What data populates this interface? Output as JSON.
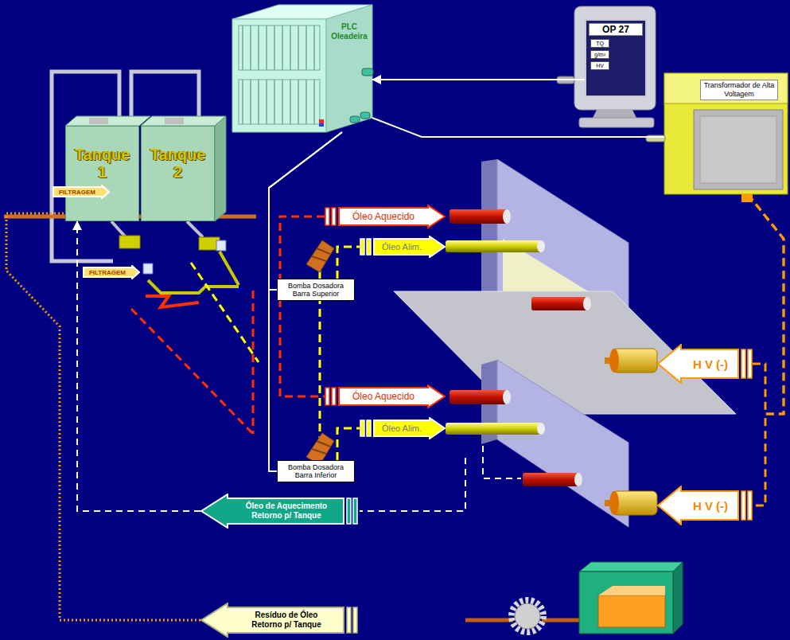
{
  "diagram": {
    "nodes": [
      {
        "text": [
          "PLC Oleadeira"
        ]
      },
      {
        "text": [
          "OP 27"
        ]
      },
      {
        "text": [
          "TQ"
        ],
        "in": 1
      },
      {
        "text": [
          "g/m²"
        ],
        "in": 1
      },
      {
        "text": [
          "HV"
        ],
        "in": 1
      },
      {
        "text": [
          "Transformador de Alta Voltagem"
        ]
      },
      {
        "text": [
          "Tanque 1"
        ]
      },
      {
        "text": [
          "Tanque 2"
        ]
      },
      {
        "text": [
          "FILTRAGEM"
        ]
      },
      {
        "text": [
          "FILTRAGEM"
        ]
      },
      {
        "text": [
          "Óleo Aquecido"
        ]
      },
      {
        "text": [
          "Óleo Alim."
        ]
      },
      {
        "text": [
          "Bomba Dosadora Barra Superior"
        ]
      },
      {
        "text": [
          "Óleo Aquecido"
        ]
      },
      {
        "text": [
          "Óleo Alim."
        ]
      },
      {
        "text": [
          "Bomba Dosadora Barra Inferior"
        ]
      },
      {
        "text": [
          "H V (-)"
        ]
      },
      {
        "text": [
          "H V (-)"
        ]
      },
      {
        "text": [
          "Óleo de Aquecimento Retorno p/ Tanque"
        ]
      },
      {
        "text": [
          "Resíduo de Óleo Retorno p/ Tanque"
        ]
      }
    ],
    "edges": [
      {
        "from": 1,
        "to": 0,
        "arrow": "to"
      },
      {
        "from": 0,
        "to": 5,
        "arrow": "none"
      },
      {
        "from": 0,
        "to": 12,
        "arrow": "none"
      },
      {
        "from": 0,
        "to": 15,
        "arrow": "none"
      },
      {
        "from": 5,
        "to": 16,
        "arrow": "none"
      },
      {
        "from": 5,
        "to": 17,
        "arrow": "none"
      },
      {
        "from": 18,
        "to": 6,
        "arrow": "to"
      },
      {
        "from": 19,
        "to": 6,
        "arrow": "none"
      },
      {
        "from": 12,
        "to": 11,
        "arrow": "none"
      },
      {
        "from": 15,
        "to": 14,
        "arrow": "none"
      }
    ]
  }
}
